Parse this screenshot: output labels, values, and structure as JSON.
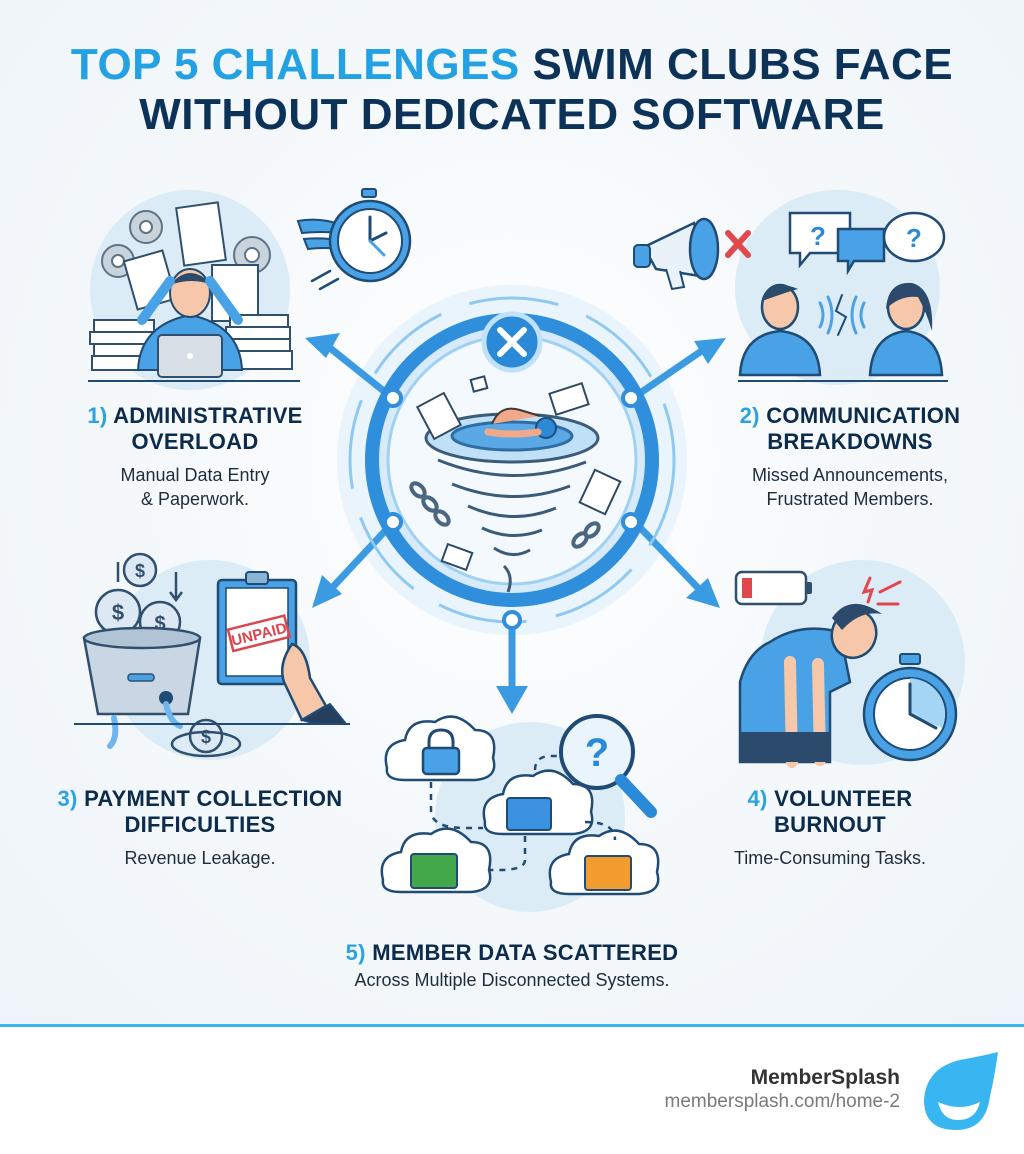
{
  "title": {
    "accent": "TOP 5 CHALLENGES",
    "line1_rest": " SWIM CLUBS FACE",
    "line2": "WITHOUT DEDICATED SOFTWARE"
  },
  "colors": {
    "accent": "#23a1e3",
    "navy": "#0d3257",
    "divider": "#38b6f1",
    "hub_ring": "#2f8fdc",
    "red_x": "#e0484e",
    "folder_blue": "#3a92e0",
    "folder_green": "#43a84a",
    "folder_orange": "#f29b2e"
  },
  "hub": {
    "icon": "x-circle-icon",
    "illustration": "swimmer-in-tornado-with-papers-and-broken-chains"
  },
  "challenges": [
    {
      "number": "1)",
      "heading_line1": "ADMINISTRATIVE",
      "heading_line2": "OVERLOAD",
      "desc_line1": "Manual Data Entry",
      "desc_line2": "& Paperwork.",
      "illustration": "stressed-person-with-paper-stacks-gears-flying-stopwatch"
    },
    {
      "number": "2)",
      "heading_line1": "COMMUNICATION",
      "heading_line2": "BREAKDOWNS",
      "desc_line1": "Missed Announcements,",
      "desc_line2": "Frustrated Members.",
      "illustration": "megaphone-x-confused-people-speech-bubbles"
    },
    {
      "number": "3)",
      "heading_line1": "PAYMENT COLLECTION",
      "heading_line2": "DIFFICULTIES",
      "desc_line1": "Revenue Leakage.",
      "desc_line2": "",
      "illustration": "leaking-coin-bucket-unpaid-clipboard",
      "stamp": "UNPAID"
    },
    {
      "number": "4)",
      "heading_line1": "VOLUNTEER",
      "heading_line2": "BURNOUT",
      "desc_line1": "Time-Consuming Tasks.",
      "desc_line2": "",
      "illustration": "tired-person-low-battery-stopwatch"
    },
    {
      "number": "5)",
      "heading_line1": "MEMBER DATA SCATTERED",
      "heading_line2": "",
      "desc_line1": "Across Multiple Disconnected Systems.",
      "desc_line2": "",
      "illustration": "cloud-folders-dashed-links-magnifier-question"
    }
  ],
  "footer": {
    "brand_name": "MemberSplash",
    "url": "membersplash.com/home-2",
    "logo": "water-drop-smile-logo"
  }
}
